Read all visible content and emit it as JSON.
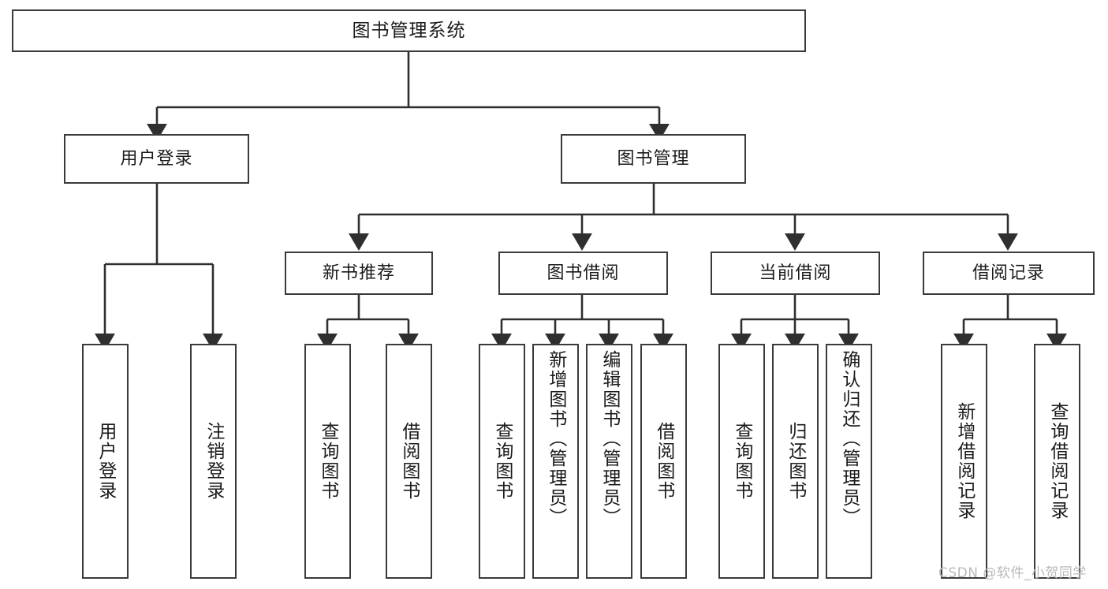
{
  "diagram": {
    "type": "tree",
    "title": "图书管理系统",
    "watermark": "CSDN @软件_小贺同学",
    "colors": {
      "box_border": "#3a3a3a",
      "box_fill": "#ffffff",
      "connector": "#2f2f2f",
      "text": "#1b1b1b",
      "watermark": "#b9b9b9"
    },
    "nodes": {
      "root": {
        "label": "图书管理系统"
      },
      "level2": [
        {
          "id": "user-login",
          "label": "用户登录"
        },
        {
          "id": "book-manage",
          "label": "图书管理"
        }
      ],
      "level3": [
        {
          "id": "new-book-recommend",
          "label": "新书推荐"
        },
        {
          "id": "book-borrow",
          "label": "图书借阅"
        },
        {
          "id": "current-borrow",
          "label": "当前借阅"
        },
        {
          "id": "borrow-record",
          "label": "借阅记录"
        }
      ],
      "leaves": {
        "user-login": [
          {
            "id": "leaf-user-login",
            "label": "用户登录"
          },
          {
            "id": "leaf-user-logout",
            "label": "注销登录"
          }
        ],
        "new-book-recommend": [
          {
            "id": "leaf-query-book-1",
            "label": "查询图书"
          },
          {
            "id": "leaf-borrow-book-1",
            "label": "借阅图书"
          }
        ],
        "book-borrow": [
          {
            "id": "leaf-query-book-2",
            "label": "查询图书"
          },
          {
            "id": "leaf-add-book",
            "label": "新增图书（管理员）"
          },
          {
            "id": "leaf-edit-book",
            "label": "编辑图书（管理员）"
          },
          {
            "id": "leaf-borrow-book-2",
            "label": "借阅图书"
          }
        ],
        "current-borrow": [
          {
            "id": "leaf-query-book-3",
            "label": "查询图书"
          },
          {
            "id": "leaf-return-book",
            "label": "归还图书"
          },
          {
            "id": "leaf-confirm-return",
            "label": "确认归还（管理员）"
          }
        ],
        "borrow-record": [
          {
            "id": "leaf-add-record",
            "label": "新增借阅记录"
          },
          {
            "id": "leaf-query-record",
            "label": "查询借阅记录"
          }
        ]
      }
    }
  }
}
